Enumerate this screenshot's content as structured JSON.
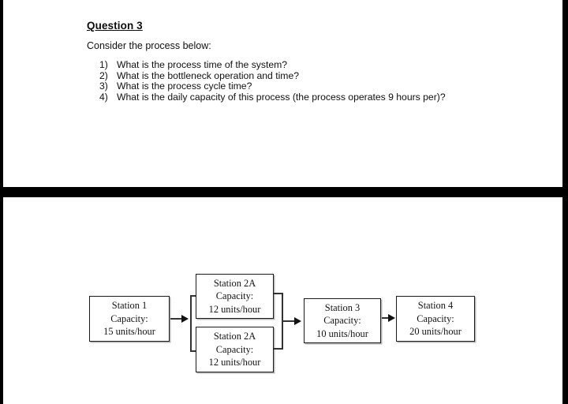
{
  "document": {
    "question_title": "Question 3",
    "intro": "Consider the process below:",
    "questions": [
      {
        "num": "1)",
        "text": "What is the process time of the system?"
      },
      {
        "num": "2)",
        "text": "What is the bottleneck operation and time?"
      },
      {
        "num": "3)",
        "text": "What is the process cycle time?"
      },
      {
        "num": "4)",
        "text": "What is the daily capacity of this process (the process operates 9 hours per)?"
      }
    ]
  },
  "diagram": {
    "stations": [
      {
        "id": "station-1",
        "name": "Station 1",
        "capacity_label": "Capacity:",
        "capacity_value": "15 units/hour"
      },
      {
        "id": "station-2a-top",
        "name": "Station 2A",
        "capacity_label": "Capacity:",
        "capacity_value": "12 units/hour"
      },
      {
        "id": "station-2a-bottom",
        "name": "Station 2A",
        "capacity_label": "Capacity:",
        "capacity_value": "12 units/hour"
      },
      {
        "id": "station-3",
        "name": "Station 3",
        "capacity_label": "Capacity:",
        "capacity_value": "10 units/hour"
      },
      {
        "id": "station-4",
        "name": "Station 4",
        "capacity_label": "Capacity:",
        "capacity_value": "20 units/hour"
      }
    ]
  },
  "colors": {
    "ink": "#111111",
    "box_border": "#1a1a1a",
    "box_shadow": "#b8b8b8",
    "connector": "#333333",
    "scan_band": "#000000",
    "paper": "#ffffff"
  }
}
